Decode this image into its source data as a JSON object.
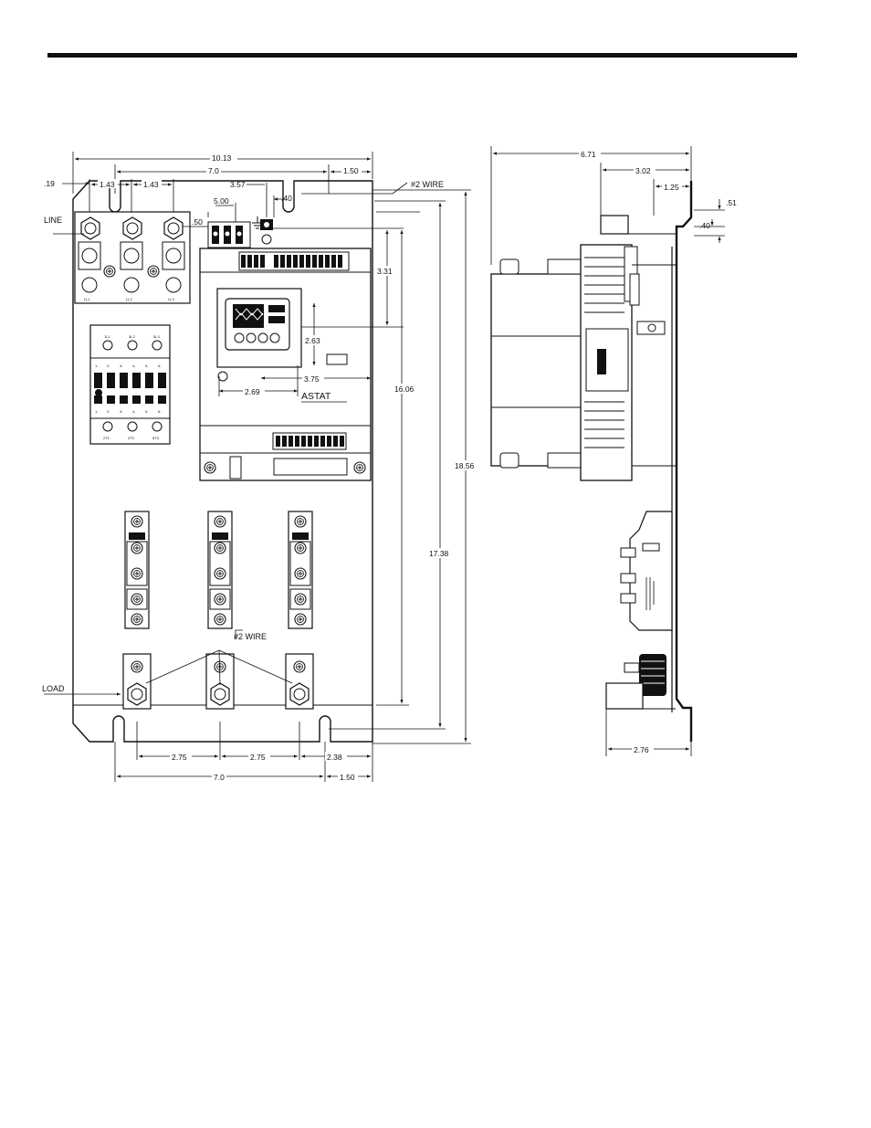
{
  "front_view": {
    "dimensions": {
      "overall_width": "10.13",
      "mount_spacing_top": "7.0",
      "right_offset_top": "1.50",
      "line_lug_offset": ".19",
      "line_lug_pitch_1": "1.43",
      "line_lug_pitch_2": "1.43",
      "ground_offset": "3.57",
      "terminal_offset": "5.00",
      "ground_vertical": ".40",
      "top_lug_height": ".50",
      "keypad_height": "3.31",
      "keypad_depth": "2.63",
      "keypad_right": "3.75",
      "keypad_left": "2.69",
      "module_height": "16.06",
      "mount_height": "17.38",
      "overall_height": "18.56",
      "load_pitch_1": "2.75",
      "load_pitch_2": "2.75",
      "load_right_offset": "2.38",
      "mount_spacing_bottom": "7.0",
      "right_offset_bottom": "1.50"
    },
    "labels": {
      "line": "LINE",
      "load": "LOAD",
      "wire_top": "#2  WIRE",
      "wire_bottom": "#2  WIRE",
      "astat": "ASTAT"
    },
    "terminal_marks": {
      "line": [
        "LL1",
        "LL2",
        "LL3"
      ],
      "contactor_top": [
        "1L1",
        "3L2",
        "5L3"
      ],
      "contactor_mid_top": [
        "1-",
        "2-",
        "3-",
        "4-",
        "5-",
        "6-"
      ],
      "contactor_mid_bottom": [
        "1-",
        "2-",
        "3-",
        "4-",
        "5-",
        "6-"
      ],
      "contactor_bottom": [
        "2T1",
        "4T2",
        "6T3"
      ]
    }
  },
  "side_view": {
    "dimensions": {
      "overall_depth": "6.71",
      "bracket_depth": "3.02",
      "flange_depth": "1.25",
      "flange_top": ".51",
      "flange_offset": ".40",
      "base_depth": "2.76"
    }
  }
}
